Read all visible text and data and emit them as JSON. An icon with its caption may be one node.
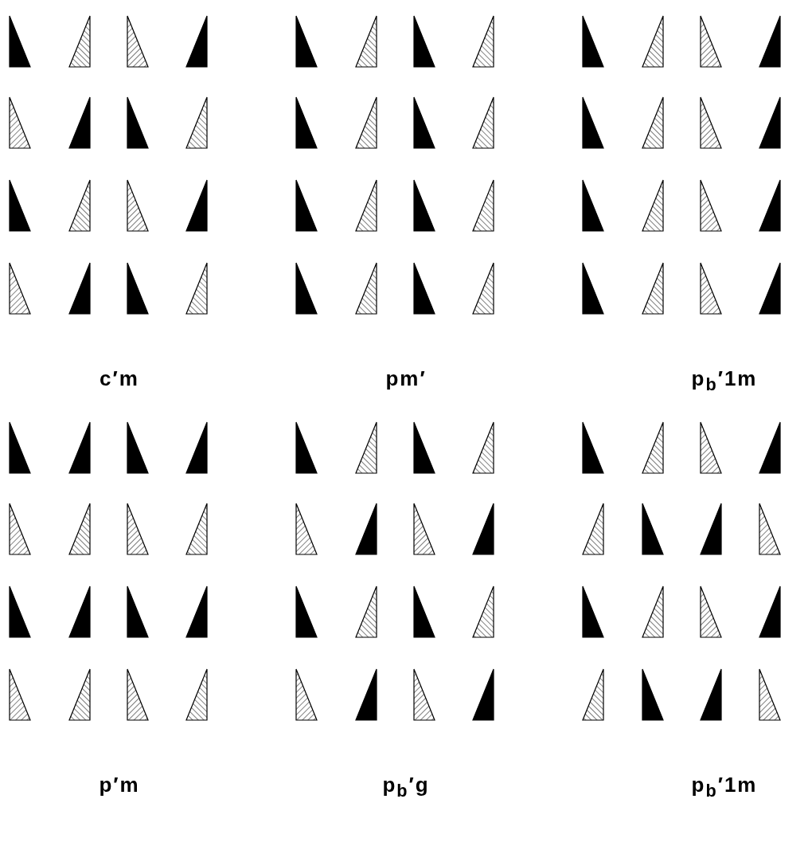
{
  "diagram": {
    "labels": [
      "c′m",
      "pm′",
      "p$_{b}$′1m",
      "p′m",
      "p$_{b}$′g",
      "p$_{b}$′1m"
    ]
  }
}
